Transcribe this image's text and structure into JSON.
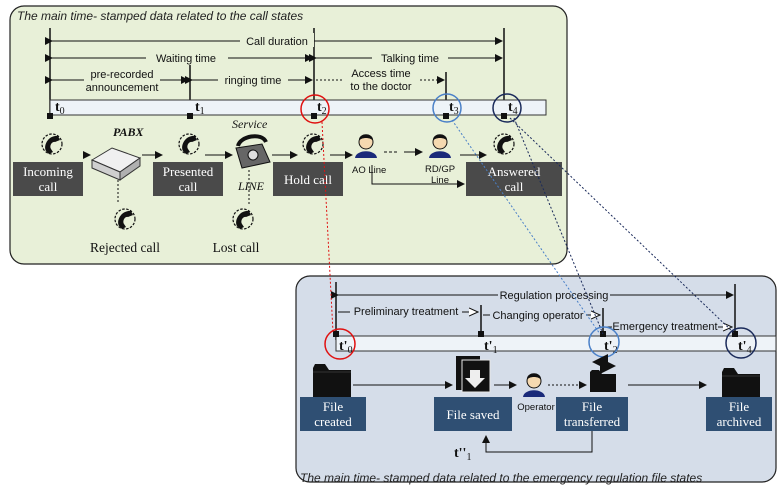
{
  "top_panel": {
    "title": "The main time- stamped data related to the call states",
    "durations": {
      "call_duration": "Call duration",
      "waiting_time": "Waiting time",
      "talking_time": "Talking time",
      "prerecorded_1": "pre-recorded",
      "prerecorded_2": "announcement",
      "ringing_time": "ringing time",
      "access_1": "Access time",
      "access_2": "to the doctor"
    },
    "ticks": {
      "t0": "t",
      "t0s": "0",
      "t1": "t",
      "t1s": "1",
      "t2": "t",
      "t2s": "2",
      "t3": "t",
      "t3s": "3",
      "t4": "t",
      "t4s": "4"
    },
    "nodes": {
      "incoming_1": "Incoming",
      "incoming_2": "call",
      "pabx": "PABX",
      "presented_1": "Presented",
      "presented_2": "call",
      "service": "Service",
      "line": "LINE",
      "hold": "Hold call",
      "ao_line": "AO Line",
      "rdgp_1": "RD/GP",
      "rdgp_2": "Line",
      "answered_1": "Answered",
      "answered_2": "call",
      "rejected": "Rejected call",
      "lost": "Lost call"
    }
  },
  "bottom_panel": {
    "title": "The main time- stamped data related to the emergency regulation file states",
    "durations": {
      "regulation": "Regulation processing",
      "preliminary": "Preliminary treatment",
      "changing": "Changing operator",
      "emergency": "Emergency treatment"
    },
    "ticks": {
      "t0": "t'",
      "t0s": "0",
      "t1": "t'",
      "t1s": "1",
      "t2": "t'",
      "t2s": "2",
      "t4": "t'",
      "t4s": "4",
      "t1b": "t''",
      "t1bs": "1"
    },
    "nodes": {
      "created_1": "File",
      "created_2": "created",
      "saved": "File saved",
      "operator": "Operator",
      "transferred_1": "File",
      "transferred_2": "transferred",
      "archived_1": "File",
      "archived_2": "archived"
    }
  },
  "colors": {
    "top_bg": "#e8f0d8",
    "bottom_bg": "#d5dde9",
    "box": "#4a4a4a",
    "file_box": "#2f4f73",
    "red": "#e01010",
    "blue": "#4a80c8",
    "navy": "#1a2a5a"
  }
}
